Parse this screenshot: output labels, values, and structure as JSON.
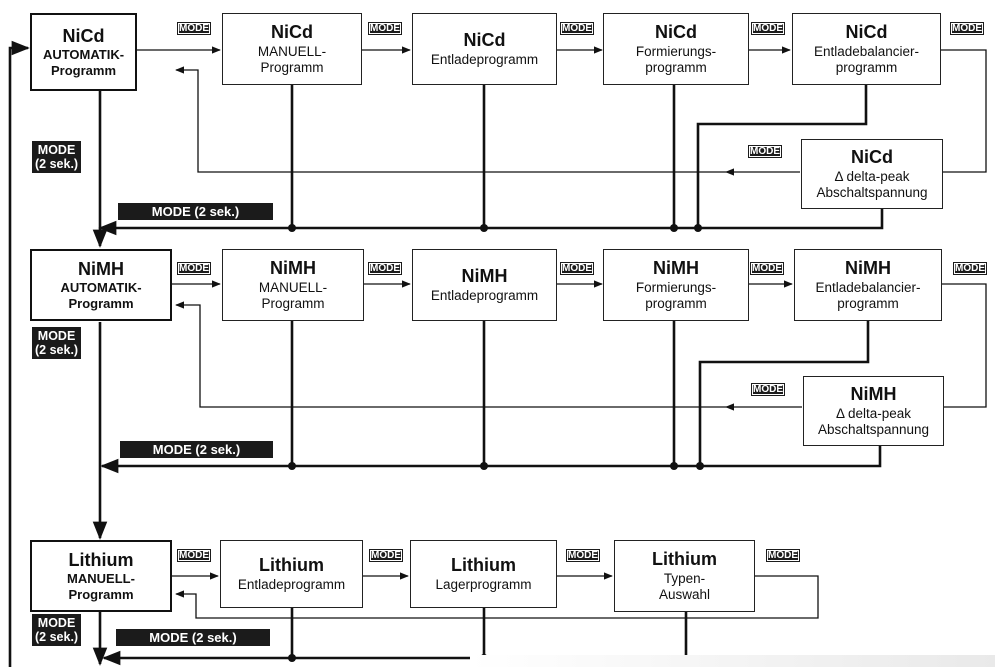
{
  "boxes": [
    {
      "id": "nicd-auto",
      "title": "NiCd",
      "lines": [
        "AUTOMATIK-",
        "Programm"
      ]
    },
    {
      "id": "nicd-man",
      "title": "NiCd",
      "lines": [
        "MANUELL-",
        "Programm"
      ]
    },
    {
      "id": "nicd-entl",
      "title": "NiCd",
      "lines": [
        "Entladeprogramm"
      ]
    },
    {
      "id": "nicd-form",
      "title": "NiCd",
      "lines": [
        "Formierungs-",
        "programm"
      ]
    },
    {
      "id": "nicd-bal",
      "title": "NiCd",
      "lines": [
        "Entladebalancier-",
        "programm"
      ]
    },
    {
      "id": "nicd-delta",
      "title": "NiCd",
      "lines": [
        "Δ delta-peak",
        "Abschaltspannung"
      ]
    },
    {
      "id": "nimh-auto",
      "title": "NiMH",
      "lines": [
        "AUTOMATIK-",
        "Programm"
      ]
    },
    {
      "id": "nimh-man",
      "title": "NiMH",
      "lines": [
        "MANUELL-",
        "Programm"
      ]
    },
    {
      "id": "nimh-entl",
      "title": "NiMH",
      "lines": [
        "Entladeprogramm"
      ]
    },
    {
      "id": "nimh-form",
      "title": "NiMH",
      "lines": [
        "Formierungs-",
        "programm"
      ]
    },
    {
      "id": "nimh-bal",
      "title": "NiMH",
      "lines": [
        "Entladebalancier-",
        "programm"
      ]
    },
    {
      "id": "nimh-delta",
      "title": "NiMH",
      "lines": [
        "Δ delta-peak",
        "Abschaltspannung"
      ]
    },
    {
      "id": "li-man",
      "title": "Lithium",
      "lines": [
        "MANUELL-",
        "Programm"
      ]
    },
    {
      "id": "li-entl",
      "title": "Lithium",
      "lines": [
        "Entladeprogramm"
      ]
    },
    {
      "id": "li-lager",
      "title": "Lithium",
      "lines": [
        "Lagerprogramm"
      ]
    },
    {
      "id": "li-typ",
      "title": "Lithium",
      "lines": [
        "Typen-",
        "Auswahl"
      ]
    }
  ],
  "mode_label": "MODE",
  "mode_long": "MODE (2 sek.)",
  "mode_tag": [
    "MODE",
    "(2 sek.)"
  ]
}
